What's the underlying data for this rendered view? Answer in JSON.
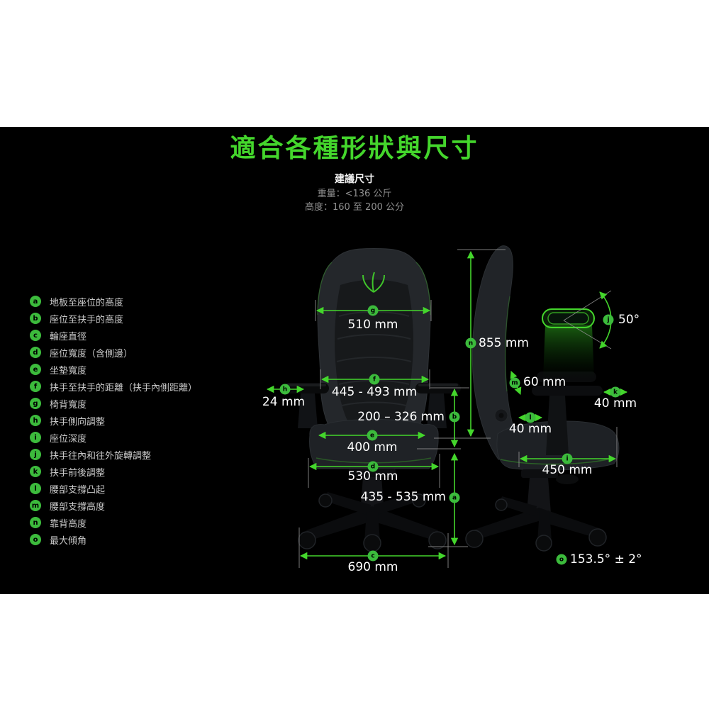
{
  "colors": {
    "accent_green": "#44d62c",
    "badge_green": "#3cbb3c",
    "panel_background": "#000000",
    "page_background": "#ffffff",
    "dimension_text": "#ffffff",
    "muted_text": "#8f8f8f",
    "legend_text": "#c9c9c9",
    "reference_line": "#8b8b8b"
  },
  "header": {
    "title": "適合各種形狀與尺寸",
    "subtitle": "建議尺寸",
    "weight_line": "重量：<136 公斤",
    "height_line": "高度：160 至 200 公分"
  },
  "legend": {
    "items": [
      {
        "key": "a",
        "label": "地板至座位的高度"
      },
      {
        "key": "b",
        "label": "座位至扶手的高度"
      },
      {
        "key": "c",
        "label": "輪座直徑"
      },
      {
        "key": "d",
        "label": "座位寬度（含側邊）"
      },
      {
        "key": "e",
        "label": "坐墊寬度"
      },
      {
        "key": "f",
        "label": "扶手至扶手的距離（扶手內側距離）"
      },
      {
        "key": "g",
        "label": "椅背寬度"
      },
      {
        "key": "h",
        "label": "扶手側向調整"
      },
      {
        "key": "i",
        "label": "座位深度"
      },
      {
        "key": "j",
        "label": "扶手往內和往外旋轉調整"
      },
      {
        "key": "k",
        "label": "扶手前後調整"
      },
      {
        "key": "l",
        "label": "腰部支撐凸起"
      },
      {
        "key": "m",
        "label": "腰部支撐高度"
      },
      {
        "key": "n",
        "label": "靠背高度"
      },
      {
        "key": "o",
        "label": "最大傾角"
      }
    ]
  },
  "front_view": {
    "dims": {
      "g": {
        "key": "g",
        "value": "510 mm"
      },
      "f": {
        "key": "f",
        "value": "445 - 493 mm"
      },
      "h": {
        "key": "h",
        "value": "24 mm"
      },
      "b": {
        "key": "b",
        "value": "200 – 326 mm"
      },
      "e": {
        "key": "e",
        "value": "400 mm"
      },
      "d": {
        "key": "d",
        "value": "530 mm"
      },
      "a": {
        "key": "a",
        "value": "435 - 535 mm"
      },
      "c": {
        "key": "c",
        "value": "690 mm"
      }
    }
  },
  "side_view": {
    "dims": {
      "n": {
        "key": "n",
        "value": "855 mm"
      },
      "j": {
        "key": "j",
        "value": "50°"
      },
      "m": {
        "key": "m",
        "value": "60 mm"
      },
      "k": {
        "key": "k",
        "value": "40 mm"
      },
      "l": {
        "key": "l",
        "value": "40 mm"
      },
      "i": {
        "key": "i",
        "value": "450 mm"
      },
      "o": {
        "key": "o",
        "value": "153.5° ± 2°"
      }
    }
  }
}
